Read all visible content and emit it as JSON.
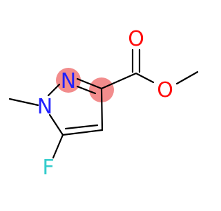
{
  "molecule": {
    "atoms": {
      "n1": {
        "symbol": "N",
        "color": "#2020ff"
      },
      "n2": {
        "symbol": "N",
        "color": "#2020ff"
      },
      "f": {
        "symbol": "F",
        "color": "#33cccc"
      },
      "o_carbonyl": {
        "symbol": "O",
        "color": "#ff0d0d"
      },
      "o_ester": {
        "symbol": "O",
        "color": "#ff0d0d"
      }
    },
    "bond_color": "#000000",
    "highlight_color": "#f28c8c"
  }
}
